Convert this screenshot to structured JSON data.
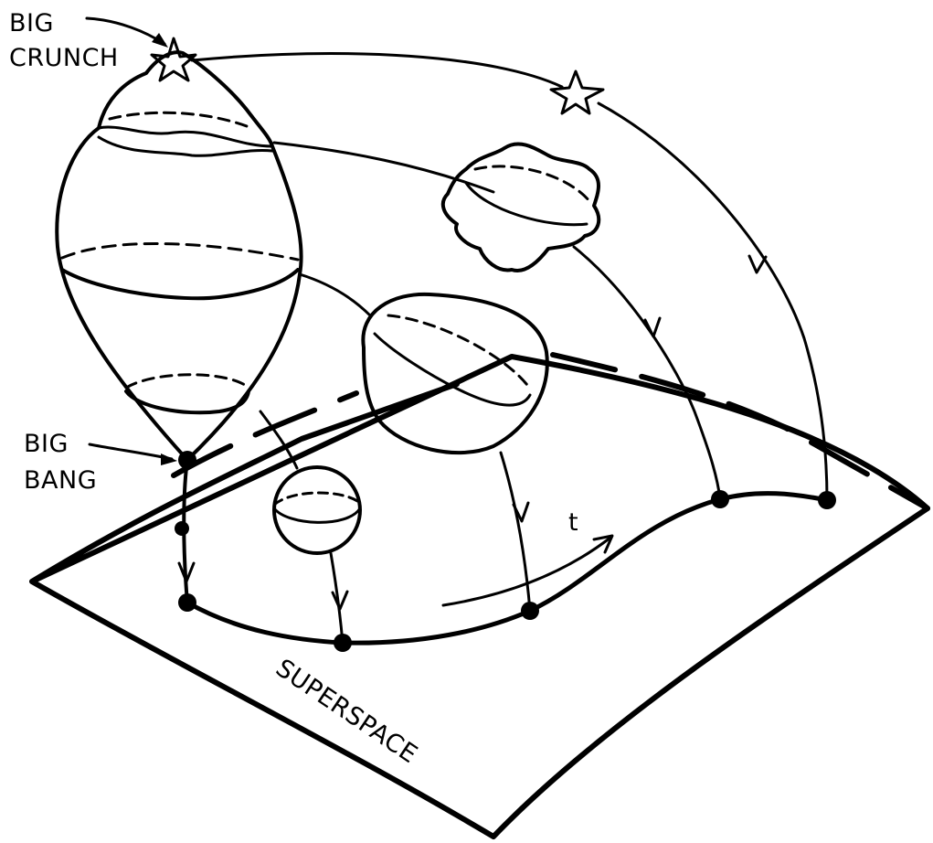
{
  "labels": {
    "big_crunch_line1": "BIG",
    "big_crunch_line2": "CRUNCH",
    "big_bang_line1": "BIG",
    "big_bang_line2": "BANG",
    "superspace": "SUPERSPACE",
    "time": "t"
  },
  "colors": {
    "ink": "#000000",
    "background": "#ffffff"
  }
}
